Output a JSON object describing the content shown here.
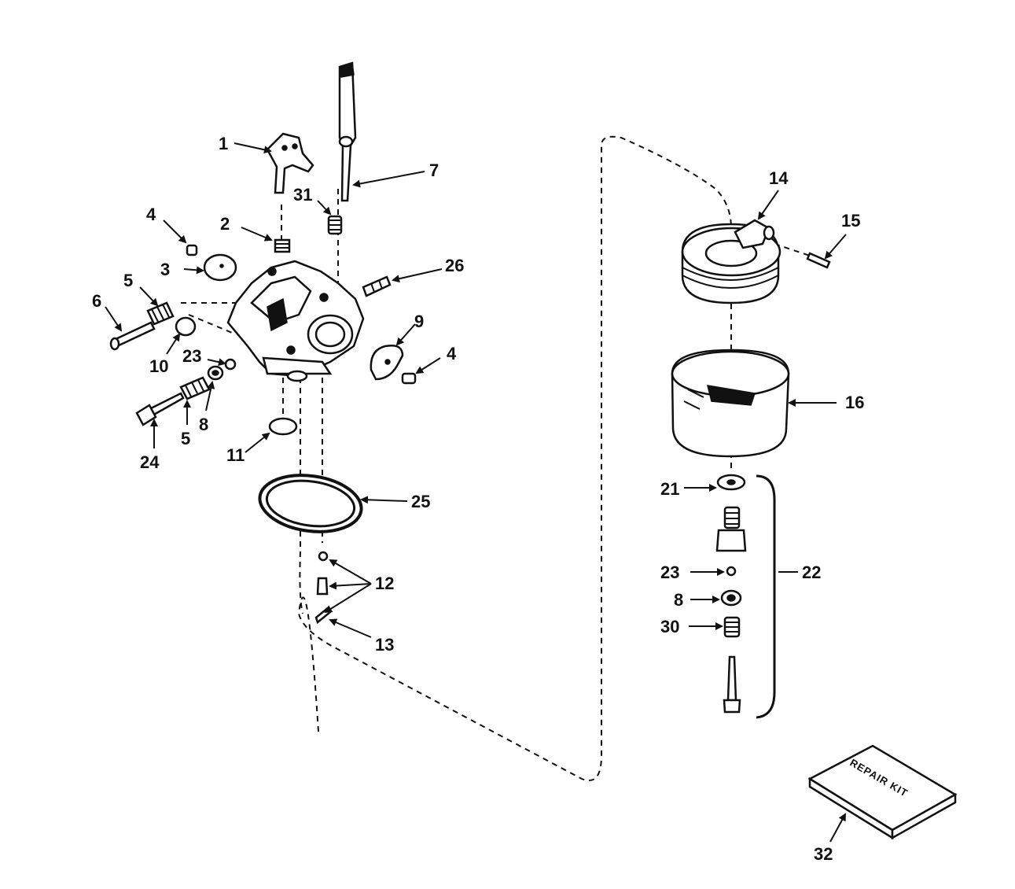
{
  "labels": {
    "l1": "1",
    "l2": "2",
    "l3": "3",
    "l4a": "4",
    "l4b": "4",
    "l5a": "5",
    "l5b": "5",
    "l6": "6",
    "l7": "7",
    "l8a": "8",
    "l8b": "8",
    "l9": "9",
    "l10": "10",
    "l11": "11",
    "l12": "12",
    "l13": "13",
    "l14": "14",
    "l15": "15",
    "l16": "16",
    "l21": "21",
    "l22": "22",
    "l23a": "23",
    "l23b": "23",
    "l24": "24",
    "l25": "25",
    "l26": "26",
    "l30": "30",
    "l31": "31",
    "l32": "32"
  },
  "kit_label": "REPAIR KIT"
}
